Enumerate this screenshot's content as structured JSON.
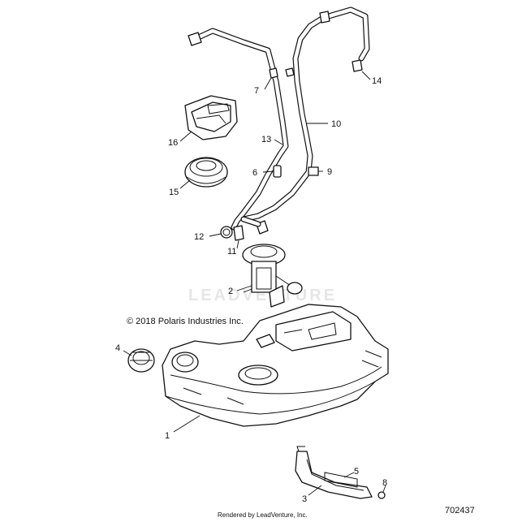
{
  "watermark": "LEADVENTURE",
  "copyright": "© 2018 Polaris Industries Inc.",
  "doc_number": "702437",
  "footer": "Rendered by LeadVenture, Inc.",
  "callouts": [
    "1",
    "2",
    "3",
    "4",
    "5",
    "6",
    "7",
    "8",
    "9",
    "10",
    "11",
    "12",
    "13",
    "14",
    "15",
    "16"
  ]
}
